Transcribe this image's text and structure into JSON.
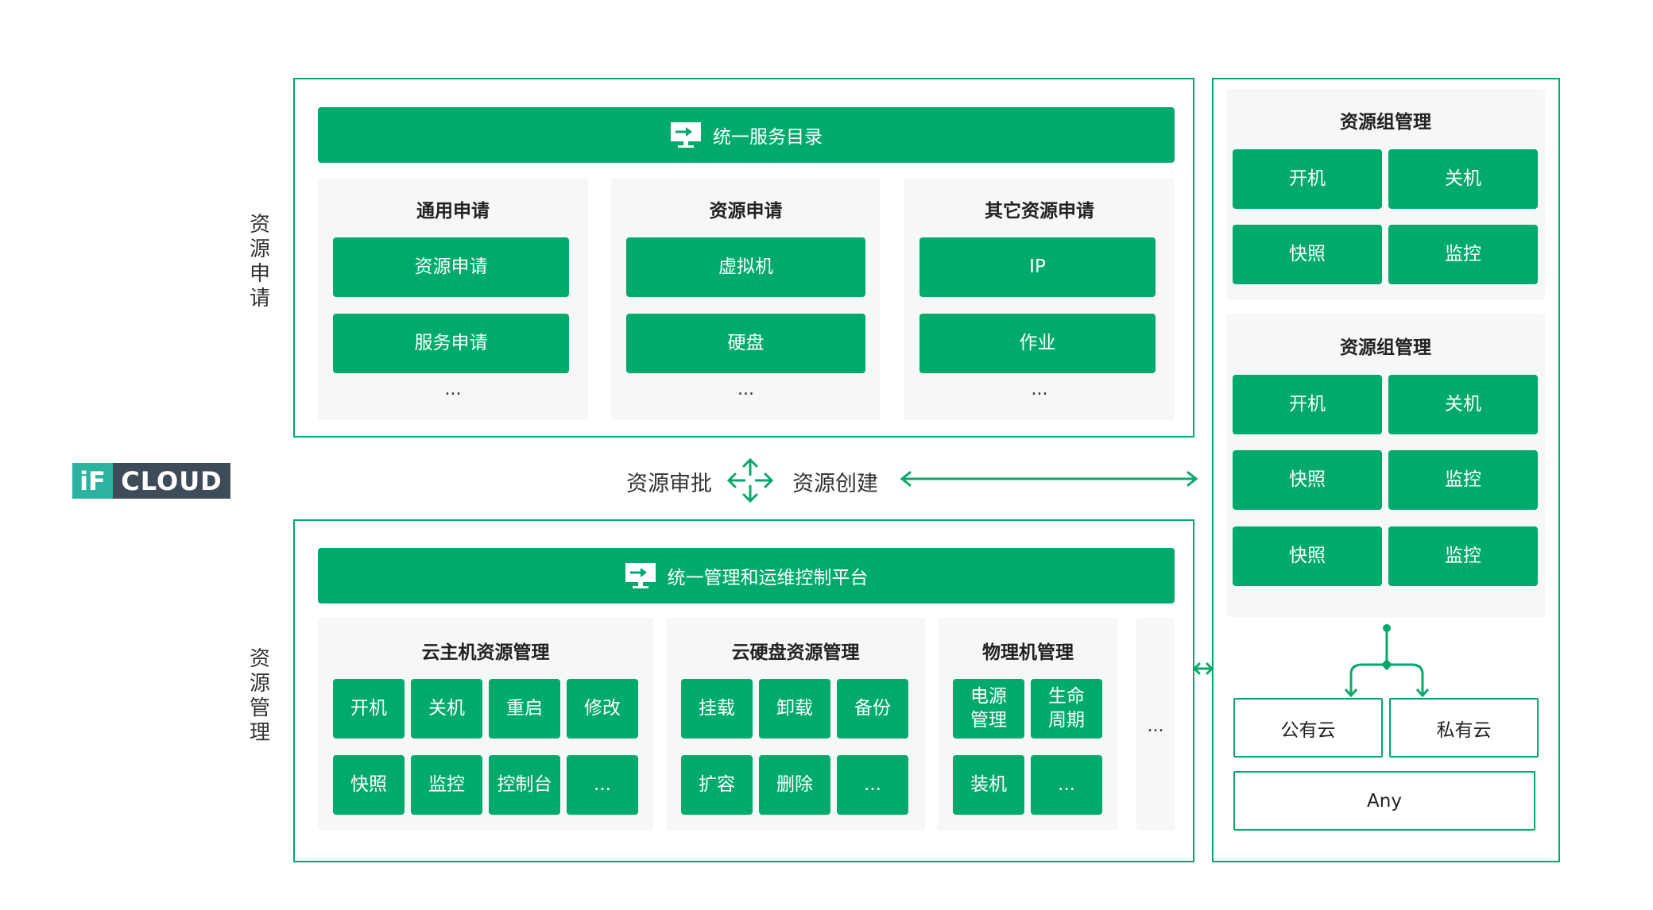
{
  "logo": {
    "if": "iF",
    "cloud": "CLOUD"
  },
  "left_labels": {
    "top": "资源申请",
    "bottom": "资源管理"
  },
  "top_section": {
    "banner": "统一服务目录",
    "columns": [
      {
        "title": "通用申请",
        "items": [
          "资源申请",
          "服务申请"
        ],
        "more": "..."
      },
      {
        "title": "资源申请",
        "items": [
          "虚拟机",
          "硬盘"
        ],
        "more": "..."
      },
      {
        "title": "其它资源申请",
        "items": [
          "IP",
          "作业"
        ],
        "more": "..."
      }
    ]
  },
  "middle": {
    "approve": "资源审批",
    "create": "资源创建"
  },
  "bottom_section": {
    "banner": "统一管理和运维控制平台",
    "groups": [
      {
        "title": "云主机资源管理",
        "items": [
          "开机",
          "关机",
          "重启",
          "修改",
          "快照",
          "监控",
          "控制台",
          "..."
        ]
      },
      {
        "title": "云硬盘资源管理",
        "items": [
          "挂载",
          "卸载",
          "备份",
          "扩容",
          "删除",
          "..."
        ]
      },
      {
        "title": "物理机管理",
        "items": [
          "电源管理",
          "生命周期",
          "装机",
          "..."
        ]
      }
    ],
    "more": "..."
  },
  "right": {
    "group1": {
      "title": "资源组管理",
      "items": [
        "开机",
        "关机",
        "快照",
        "监控"
      ]
    },
    "group2": {
      "title": "资源组管理",
      "items": [
        "开机",
        "关机",
        "快照",
        "监控",
        "快照",
        "监控"
      ]
    },
    "clouds": [
      "公有云",
      "私有云"
    ],
    "any": "Any"
  },
  "colors": {
    "accent": "#00aa6d",
    "panel": "#f6f7f7",
    "logo_dark": "#3d4c58",
    "logo_teal": "#2bb3a0"
  }
}
